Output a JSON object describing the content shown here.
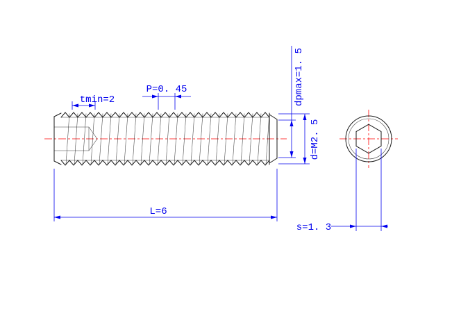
{
  "drawing": {
    "title": "hex-socket-set-screw-technical-drawing",
    "colors": {
      "background": "#ffffff",
      "object_line": "#1a1a1a",
      "dimension": "#0000ee",
      "centerline": "#ff0000"
    },
    "dimensions": {
      "socket_depth": "tmin=2",
      "pitch": "P=0. 45",
      "point_diameter": "dpmax=1. 5",
      "thread_diameter": "d=M2. 5",
      "length": "L=6",
      "socket_size": "s=1. 3"
    }
  }
}
